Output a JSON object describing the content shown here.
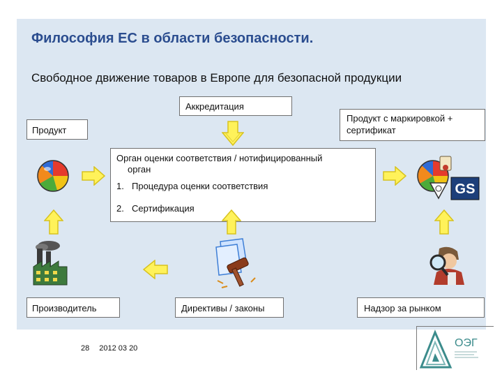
{
  "slide": {
    "title": "Философия ЕС в области безопасности.",
    "subtitle": "Свободное движение товаров в Европе для безопасной продукции"
  },
  "boxes": {
    "accreditation": "Аккредитация",
    "product": "Продукт",
    "marked_product_line1": "Продукт с маркировкой +",
    "marked_product_line2": "сертификат",
    "body_line1": "Орган оценки соответствия / нотифицированный",
    "body_line2": "орган",
    "steps": [
      {
        "num": "1.",
        "text": "Процедура оценки соответствия"
      },
      {
        "num": "2.",
        "text": "Сертификация"
      }
    ],
    "manufacturer": "Производитель",
    "directives": "Директивы / законы",
    "market_surveillance": "Надзор за рынком"
  },
  "footer": {
    "page": "28",
    "date": "2012 03 20"
  },
  "logo": {
    "text": "ОЭГ"
  },
  "icons": {
    "product": "beach-ball-icon",
    "marked_product": "beach-ball-with-certificate-icon",
    "manufacturer": "factory-icon",
    "directives": "gavel-icon",
    "market_surveillance": "inspector-magnifier-icon",
    "arrows": "yellow-arrow-icon"
  },
  "colors": {
    "title": "#2b4d8f",
    "panel": "#dce7f2",
    "arrow_fill": "#fff25a",
    "arrow_shade": "#d7c21f"
  }
}
